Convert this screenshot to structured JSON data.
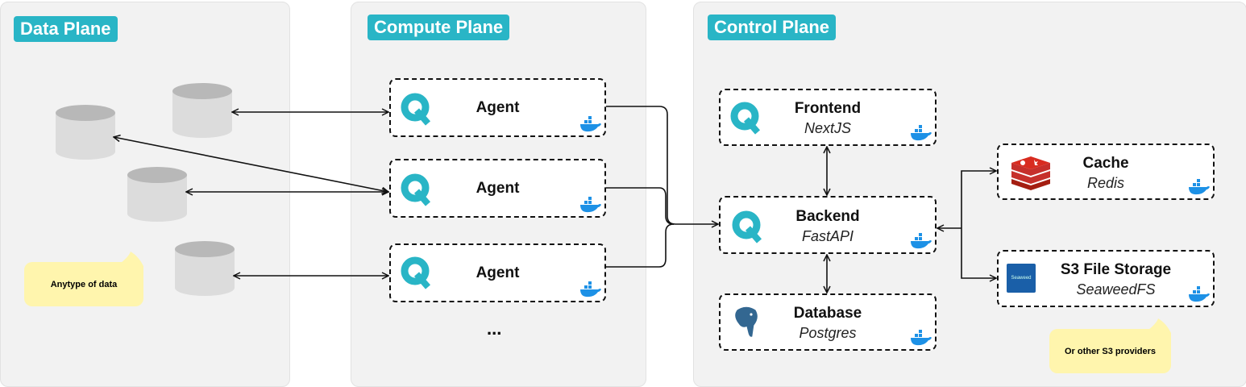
{
  "planes": {
    "data": {
      "label": "Data Plane",
      "note": "Anytype of data"
    },
    "compute": {
      "label": "Compute Plane",
      "agents": [
        "Agent",
        "Agent",
        "Agent"
      ],
      "more": "..."
    },
    "control": {
      "label": "Control Plane",
      "frontend": {
        "title": "Frontend",
        "subtitle": "NextJS"
      },
      "backend": {
        "title": "Backend",
        "subtitle": "FastAPI"
      },
      "database": {
        "title": "Database",
        "subtitle": "Postgres"
      },
      "cache": {
        "title": "Cache",
        "subtitle": "Redis"
      },
      "storage": {
        "title": "S3 File Storage",
        "subtitle": "SeaweedFS",
        "logo_text": "Seaweed"
      },
      "note": "Or other S3 providers"
    }
  },
  "colors": {
    "accent": "#29b5c6",
    "panel": "#f2f2f2",
    "note": "#fff5ad",
    "docker": "#1d91e6",
    "redis": "#c6302b"
  }
}
